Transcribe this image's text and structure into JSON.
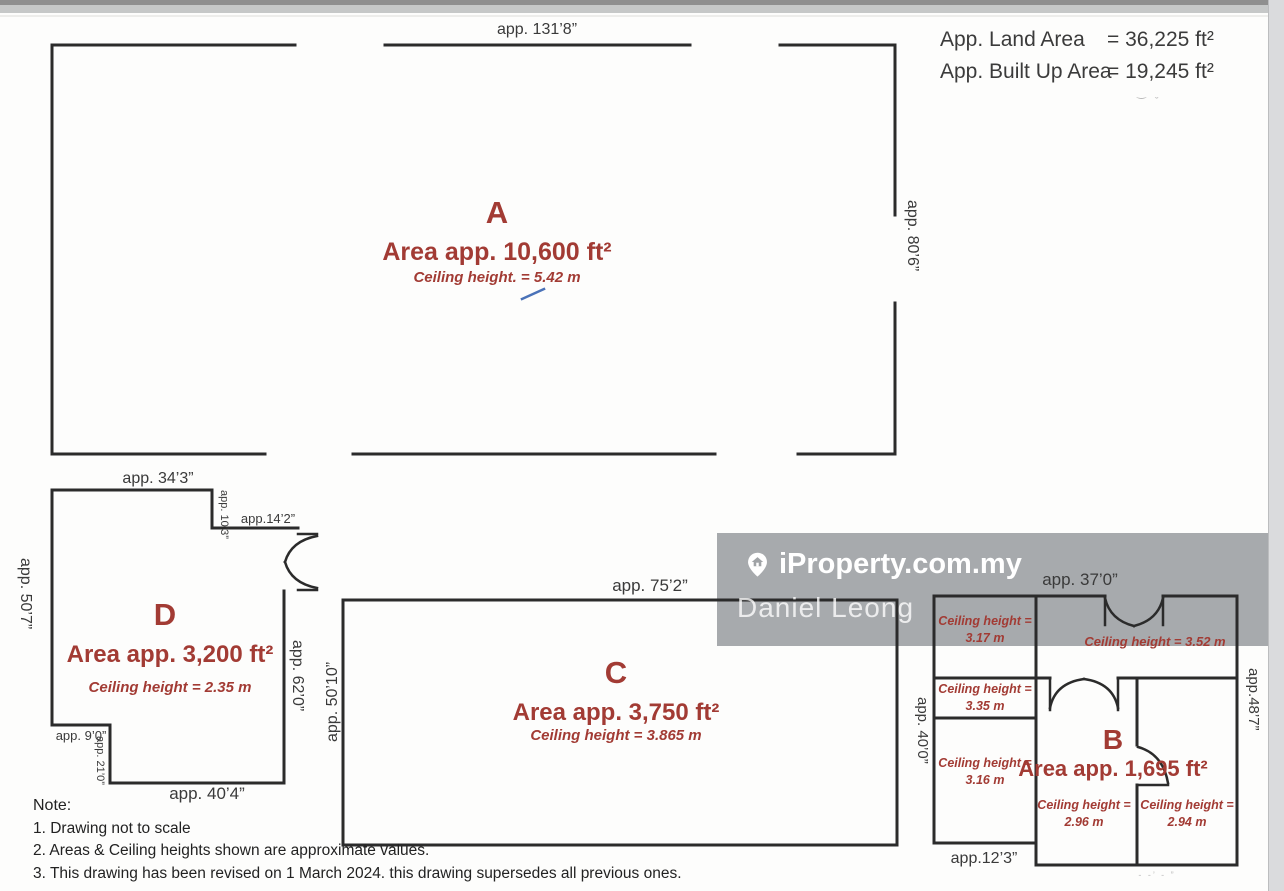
{
  "header": {
    "land_area_label": "App. Land Area",
    "land_area_value": "= 36,225 ft²",
    "built_up_label": "App. Built Up Area",
    "built_up_value": "= 19,245 ft²"
  },
  "watermark": {
    "brand": "iProperty.com.my",
    "agent": "Daniel Leong"
  },
  "rooms": {
    "a": {
      "letter": "A",
      "area": "Area app. 10,600 ft²",
      "ceiling": "Ceiling height. = 5.42 m"
    },
    "d": {
      "letter": "D",
      "area": "Area app. 3,200 ft²",
      "ceiling": "Ceiling height = 2.35 m"
    },
    "c": {
      "letter": "C",
      "area": "Area app. 3,750 ft²",
      "ceiling": "Ceiling height = 3.865 m"
    },
    "b": {
      "letter": "B",
      "area": "Area app. 1,695 ft²",
      "ceiling_352": "Ceiling height = 3.52 m",
      "c317_l1": "Ceiling height =",
      "c317_l2": "3.17 m",
      "c335_l1": "Ceiling height =",
      "c335_l2": "3.35 m",
      "c316_l1": "Ceiling height =",
      "c316_l2": "3.16 m",
      "c296_l1": "Ceiling height =",
      "c296_l2": "2.96  m",
      "c294_l1": "Ceiling height =",
      "c294_l2": "2.94  m"
    }
  },
  "dimensions": {
    "a_top": "app. 131’8”",
    "a_right": "app. 80’6”",
    "d_top": "app. 34’3”",
    "d_step": "app. 10’3”",
    "d_inner_top": "app.14’2”",
    "d_left": "app. 50’7”",
    "d_right": "app. 62’0”",
    "d_notch_h": "app. 9’0”",
    "d_notch_v": "app. 21’0”",
    "d_bottom": "app. 40’4”",
    "c_top": "app. 75’2”",
    "c_left": "app. 50’10”",
    "b_top": "app. 37’0”",
    "b_left": "app. 40’0”",
    "b_right": "app.48’7”",
    "b_bottom_left": "app.12’3”",
    "b_bottom_faint": "- -’ - ”"
  },
  "notes": {
    "title": "Note:",
    "item1": "1.   Drawing not to scale",
    "item2": "2.   Areas & Ceiling heights shown are approximate values.",
    "item3": "3.   This drawing has been revised on 1 March 2024. this drawing supersedes all previous ones."
  },
  "colors": {
    "wall": "#2b2b2b",
    "room_text": "#A23B34",
    "dim_text": "#3a3a3a",
    "watermark_band": "#a0a3a6",
    "pen_mark": "#4a72b8"
  }
}
